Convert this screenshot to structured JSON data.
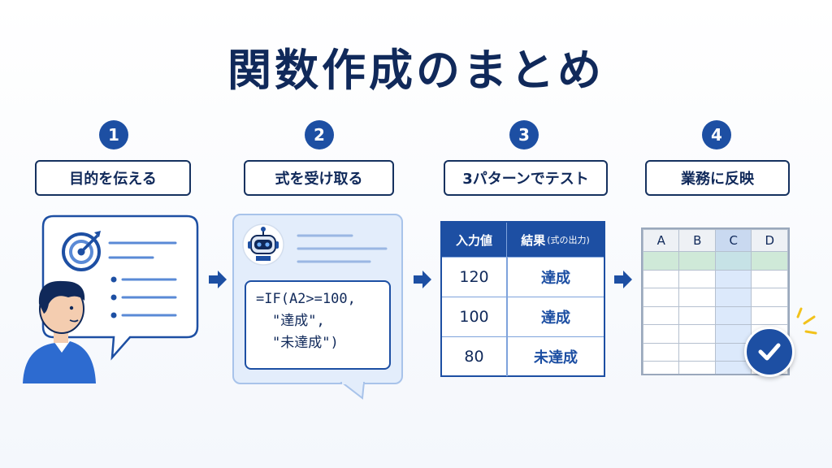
{
  "title": "関数作成のまとめ",
  "colors": {
    "accent": "#1d4fa3",
    "dark": "#10295a",
    "light_panel": "#e3edfb",
    "green_row": "#cfe9d8",
    "spark": "#f2c21b"
  },
  "steps": [
    {
      "number": "1",
      "label": "目的を伝える",
      "icon": "target-icon"
    },
    {
      "number": "2",
      "label": "式を受け取る",
      "icon": "robot-icon"
    },
    {
      "number": "3",
      "label": "3パターンでテスト",
      "icon": "table-icon"
    },
    {
      "number": "4",
      "label": "業務に反映",
      "icon": "spreadsheet-icon"
    }
  ],
  "formula": {
    "line1": "=IF(A2>=100,",
    "line2": "\"達成\",",
    "line3": "\"未達成\")"
  },
  "test_table": {
    "headers": [
      "入力値",
      "結果",
      "(式の出力)"
    ],
    "rows": [
      [
        "120",
        "達成"
      ],
      [
        "100",
        "達成"
      ],
      [
        "80",
        "未達成"
      ]
    ]
  },
  "sheet": {
    "columns": [
      "A",
      "B",
      "C",
      "D"
    ],
    "selected_column": "C"
  }
}
